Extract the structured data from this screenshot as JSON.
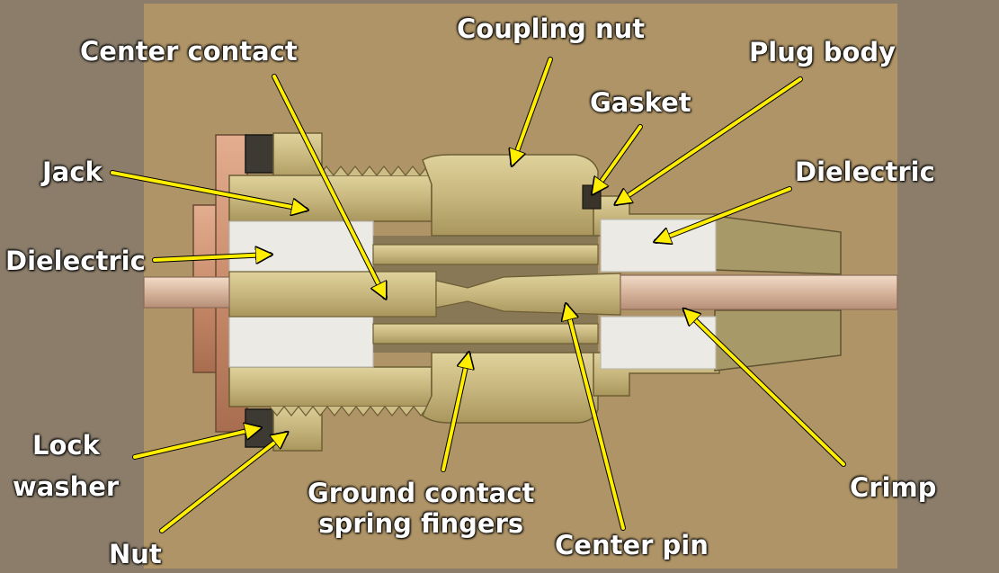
{
  "labels": {
    "center_contact": "Center contact",
    "coupling_nut": "Coupling nut",
    "plug_body": "Plug body",
    "gasket": "Gasket",
    "jack": "Jack",
    "dielectric_right": "Dielectric",
    "dielectric_left": "Dielectric",
    "lock_washer_line1": "Lock",
    "lock_washer_line2": "washer",
    "ground_contact_line1": "Ground contact",
    "ground_contact_line2": "spring fingers",
    "crimp": "Crimp",
    "center_pin": "Center pin",
    "nut": "Nut"
  },
  "colors": {
    "frame": "#8b7d6a",
    "cardboard": "#b49a6c",
    "brass": "#cdbd86",
    "brass_dark": "#8e7d4c",
    "copper": "#c98d6d",
    "dielectric": "#eceae4",
    "arrow": "#ffee00",
    "label_text": "#ffffff"
  }
}
